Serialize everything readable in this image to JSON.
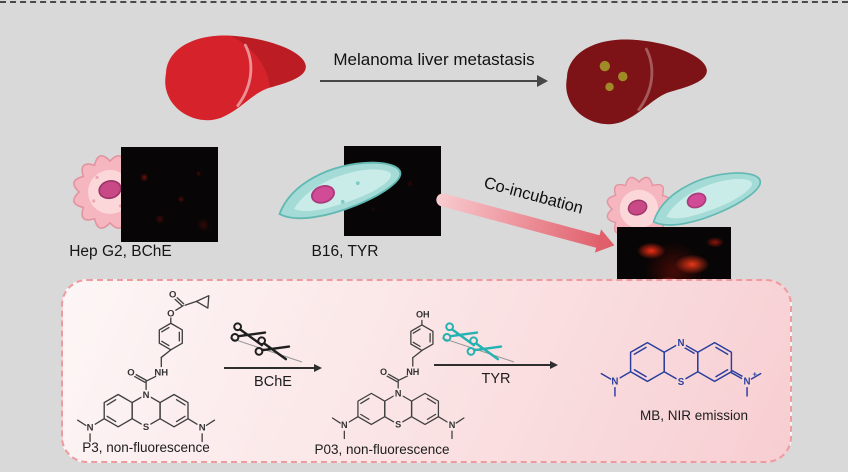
{
  "colors": {
    "background": "#d9d9d9",
    "liver_healthy": "#d6222a",
    "liver_metastatic": "#7d1316",
    "metastasis_spots": "#a08a28",
    "cell_pink": "#f6b6bf",
    "cell_teal": "#a5dbd7",
    "nucleus_magenta": "#c84985",
    "coincubation_arrow": "#e0626e",
    "reaction_box_border": "#ee9ba0",
    "structure_line": "#3f3f3f",
    "mb_blue": "#2a3e9e",
    "scissors_dark": "#1f1f1f",
    "scissors_teal": "#25b2b0"
  },
  "top": {
    "metastasis_arrow_label": "Melanoma liver metastasis"
  },
  "cells": {
    "hepg2_label": "Hep G2, BChE",
    "b16_label": "B16, TYR",
    "coincubation_label": "Co-incubation"
  },
  "reaction": {
    "step1_enzyme": "BChE",
    "step2_enzyme": "TYR",
    "p3_label": "P3, non-fluorescence",
    "p03_label": "P03, non-fluorescence",
    "mb_label": "MB, NIR emission",
    "atoms": {
      "O": "O",
      "N": "N",
      "S": "S",
      "NH": "NH",
      "OH": "OH",
      "plus": "+"
    }
  }
}
